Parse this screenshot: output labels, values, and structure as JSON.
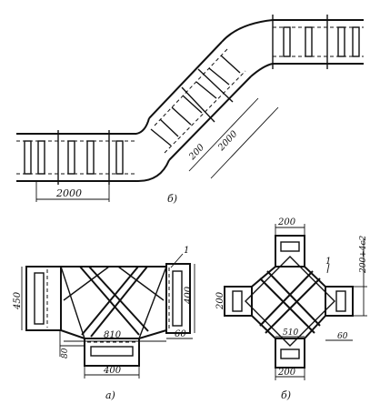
{
  "figure": {
    "top": {
      "length_lower": "2000",
      "length_incline_short": "200",
      "length_incline_long": "2000",
      "caption": "б)"
    },
    "tee": {
      "height_left": "450",
      "height_right": "400",
      "offset_bottom_left": "80",
      "width_inner": "810",
      "offset_right": "60",
      "width_bottom": "400",
      "callout": "1",
      "caption": "а)"
    },
    "cross": {
      "width_top": "200",
      "height_right": "200+4c2",
      "width_left": "200",
      "width_inner": "510",
      "offset_right": "60",
      "width_bottom": "200",
      "callout": "1",
      "caption": "б)"
    }
  }
}
